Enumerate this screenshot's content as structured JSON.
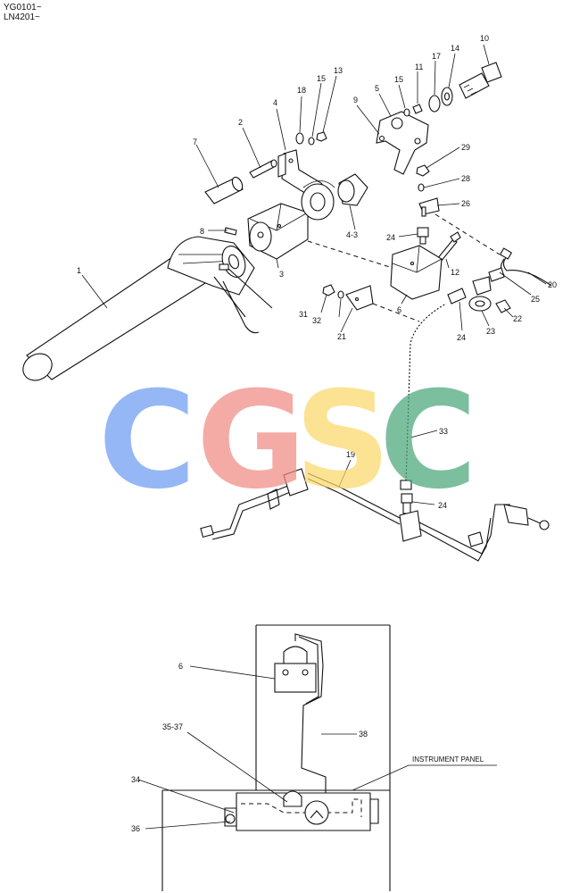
{
  "header": {
    "serial_1": "YG0101~",
    "serial_2": "LN4201~"
  },
  "watermark": {
    "letters": [
      {
        "char": "C",
        "color": "#6e9cf2"
      },
      {
        "char": "G",
        "color": "#f08c84"
      },
      {
        "char": "S",
        "color": "#fbd86a"
      },
      {
        "char": "C",
        "color": "#4aa77a"
      }
    ]
  },
  "labels": {
    "p1": "1",
    "p2": "2",
    "p3": "3",
    "p4": "4",
    "p4_3": "4-3",
    "p5": "5",
    "p6": "6",
    "p6_panel": "6",
    "p7": "7",
    "p8": "8",
    "p9": "9",
    "p10": "10",
    "p11": "11",
    "p12": "12",
    "p13": "13",
    "p14": "14",
    "p15a": "15",
    "p15b": "15",
    "p17": "17",
    "p18": "18",
    "p19": "19",
    "p20": "20",
    "p21": "21",
    "p22": "22",
    "p23": "23",
    "p24a": "24",
    "p24b": "24",
    "p24c": "24",
    "p25": "25",
    "p26": "26",
    "p28": "28",
    "p29": "29",
    "p31": "31",
    "p32": "32",
    "p33": "33",
    "p34": "34",
    "p35_37": "35-37",
    "p36": "36",
    "p38": "38",
    "instrument_panel": "INSTRUMENT PANEL"
  }
}
